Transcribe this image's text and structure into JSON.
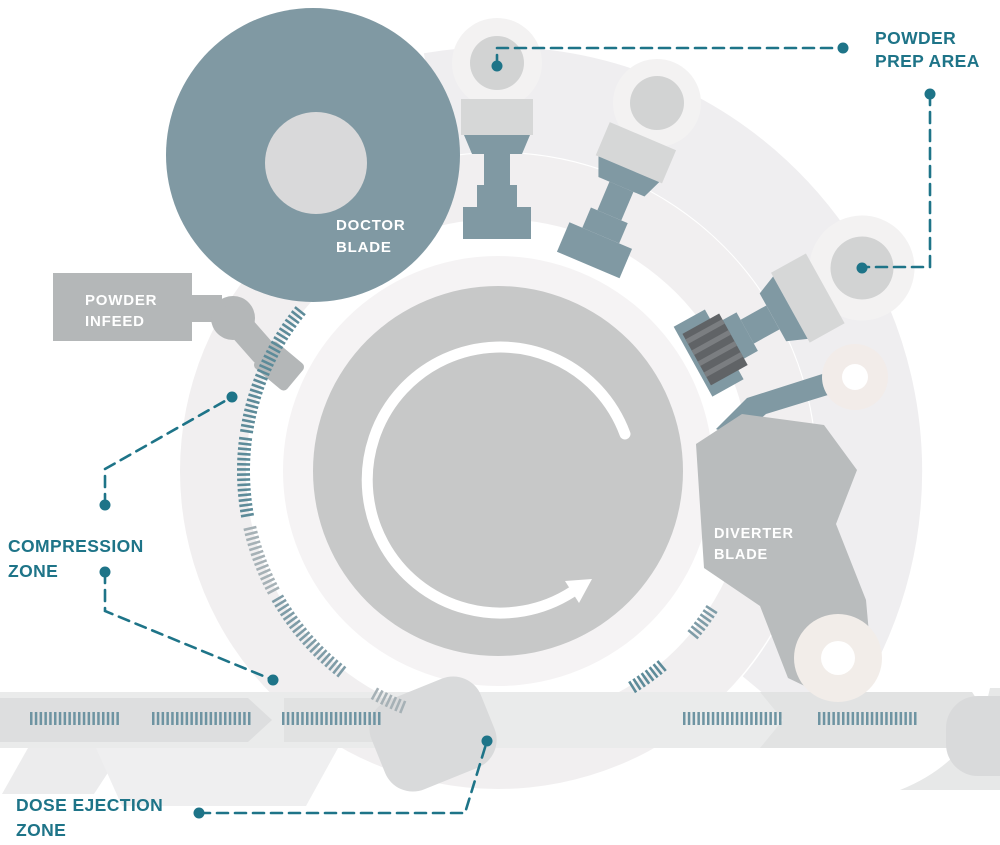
{
  "diagram": {
    "title_hint": "tablet-press process diagram",
    "colors": {
      "accent_teal": "#1e7488",
      "machine_teal": "#8099a3",
      "machine_gray": "#b4b7b8",
      "drum_gray": "#c7c8c8",
      "light_ring": "#f1eff0",
      "bellows_dark": "#606366"
    },
    "labels": {
      "powder_prep_area": {
        "line1": "POWDER",
        "line2": "PREP AREA"
      },
      "compression_zone": {
        "line1": "COMPRESSION",
        "line2": "ZONE"
      },
      "dose_ejection_zone": {
        "line1": "DOSE EJECTION",
        "line2": "ZONE"
      },
      "doctor_blade": {
        "line1": "DOCTOR",
        "line2": "BLADE"
      },
      "powder_infeed": {
        "line1": "POWDER",
        "line2": "INFEED"
      },
      "diverter_blade": {
        "line1": "DIVERTER",
        "line2": "BLADE"
      }
    },
    "icons": {
      "rotation_arrow": "counterclockwise-rotation-arrow",
      "conveyor": "conveyor-belt-arrow-right"
    }
  }
}
